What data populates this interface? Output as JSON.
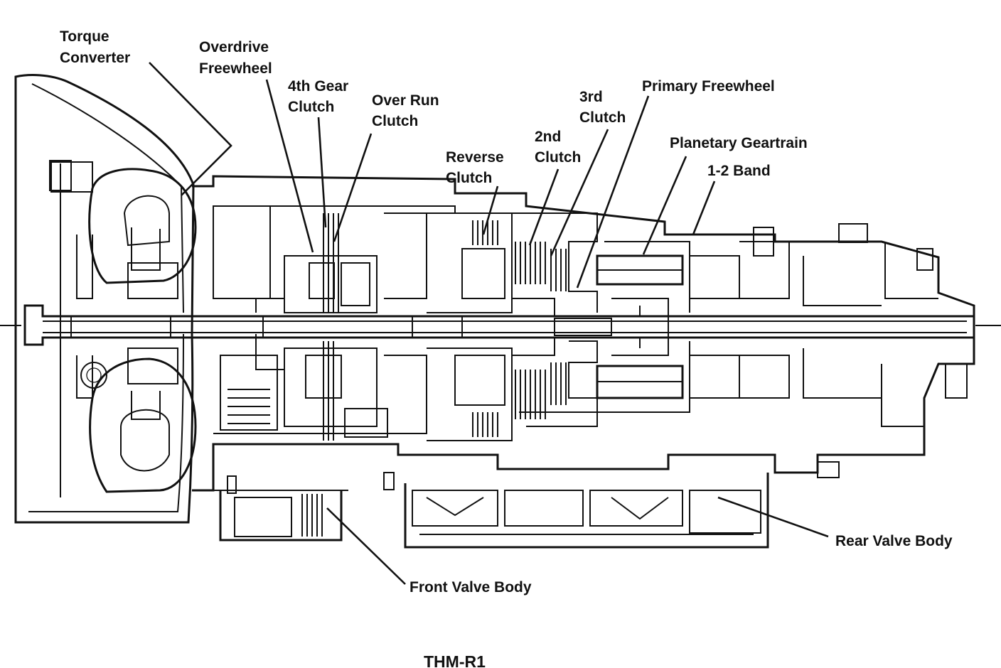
{
  "labels": {
    "torque_converter": [
      "Torque",
      "Converter"
    ],
    "overdrive_freewheel": [
      "Overdrive",
      "Freewheel"
    ],
    "fourth_gear_clutch": [
      "4th Gear",
      "Clutch"
    ],
    "over_run_clutch": [
      "Over Run",
      "Clutch"
    ],
    "reverse_clutch": [
      "Reverse",
      "Clutch"
    ],
    "second_clutch": [
      "2nd",
      "Clutch"
    ],
    "third_clutch": [
      "3rd",
      "Clutch"
    ],
    "primary_freewheel": "Primary Freewheel",
    "planetary_geartrain": "Planetary Geartrain",
    "band_1_2": "1-2 Band",
    "rear_valve_body": "Rear Valve Body",
    "front_valve_body": "Front Valve Body"
  },
  "caption": "THM-R1"
}
